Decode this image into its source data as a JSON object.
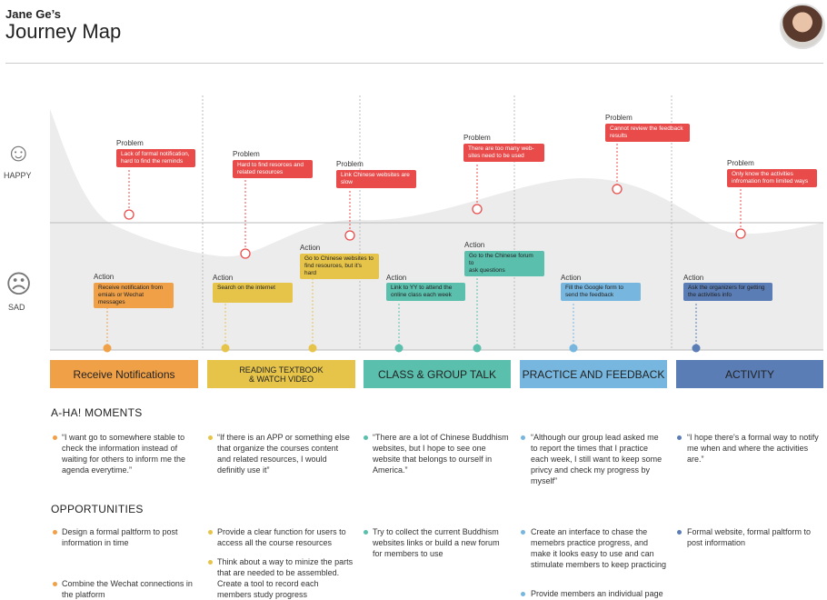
{
  "header": {
    "owner": "Jane Ge’s",
    "title": "Journey Map"
  },
  "emotion": {
    "happy": "HAPPY",
    "sad": "SAD",
    "happy_icon": "smile-icon",
    "sad_icon": "frown-icon"
  },
  "labels": {
    "problem": "Problem",
    "action": "Action"
  },
  "colors": {
    "problem": "#e94b4b",
    "orange": "#f0a148",
    "yellow": "#e6c44a",
    "teal": "#5bbfad",
    "lightblue": "#77b6df",
    "blue": "#5a7db5"
  },
  "problems": [
    "Lack of formal notification,\nhard to find the reminds",
    "Hard to find resorces and\nrelated  resources",
    "Link Chinese websites are\nslow",
    "There are too many web-\nsites need to be used",
    "Cannot review the feedback\nresults",
    "Only know the activities\ninfromation from limited ways"
  ],
  "actions": [
    "Receive notification from\nemials or Wechat messages",
    "Search on the internet",
    "Go to Chinese websites to\nfind resources, but it's hard",
    "Link to YY to attend the\nonline class each week",
    "Go to the Chinese forum to\nask questions",
    "Fill the Google form to\nsend the feedback",
    "Ask the organizers for getting\nthe activities info"
  ],
  "stages": [
    "Receive Notifications",
    "READING TEXTBOOK\n& WATCH VIDEO",
    "CLASS & GROUP TALK",
    "PRACTICE AND FEEDBACK",
    "ACTIVITY"
  ],
  "aha": {
    "title": "A-HA! MOMENTS",
    "items": [
      "“I want go to somewhere stable to check the information instead of waiting for others to inform me the agenda everytime.”",
      "“If there is an APP or something else that organize the courses content and related resources, I would definitly use it”",
      "“There are a lot of Chinese Buddhism websites, but I hope to see one website that belongs to ourself in America.”",
      "“Although our group lead asked me to report the times that I practice each week, I still want to keep some privcy and check my progress by myself”",
      "“I hope there's a formal way to notify me when and where the activities are.”"
    ]
  },
  "opportunities": {
    "title": "OPPORTUNITIES",
    "col1": [
      "Design a formal paltform to post information in time",
      "Combine the Wechat connections in the platform"
    ],
    "col2": [
      "Provide a clear function for users to access all the course resources",
      "Think about a way to minize the parts that are needed to be assembled. Create a tool to record each members study progress"
    ],
    "col3": [
      "Try to collect the current Buddhism websites links or build a new forum for members to use"
    ],
    "col4": [
      "Create an interface to chase the memebrs practice progress, and make it looks easy to use and can stimulate members to keep practicing",
      "Provide members an individual page"
    ],
    "col5": [
      "Formal website, formal paltform to post information"
    ]
  }
}
